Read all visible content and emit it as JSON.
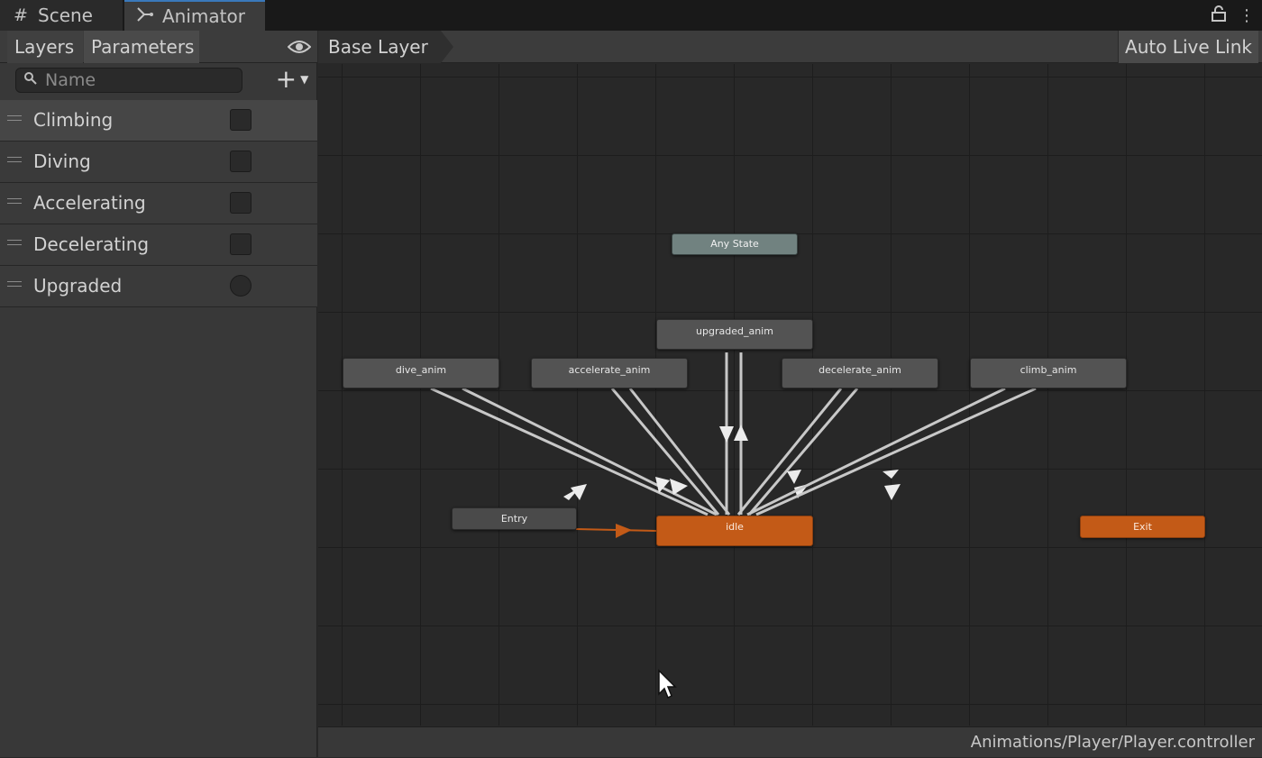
{
  "window": {
    "tabs": [
      {
        "label": "Scene",
        "icon": "grid-icon"
      },
      {
        "label": "Animator",
        "icon": "animator-icon"
      }
    ]
  },
  "left_panel": {
    "tabs": [
      "Layers",
      "Parameters"
    ],
    "search": {
      "placeholder": "Name",
      "value": ""
    },
    "parameters": [
      {
        "name": "Climbing",
        "type": "bool"
      },
      {
        "name": "Diving",
        "type": "bool"
      },
      {
        "name": "Accelerating",
        "type": "bool"
      },
      {
        "name": "Decelerating",
        "type": "bool"
      },
      {
        "name": "Upgraded",
        "type": "trigger"
      }
    ]
  },
  "graph": {
    "breadcrumb": "Base Layer",
    "auto_live_link": "Auto Live Link",
    "states": {
      "any_state": "Any State",
      "upgraded": "upgraded_anim",
      "dive": "dive_anim",
      "accelerate": "accelerate_anim",
      "decelerate": "decelerate_anim",
      "climb": "climb_anim",
      "entry": "Entry",
      "idle": "idle",
      "exit": "Exit"
    }
  },
  "status": {
    "path": "Animations/Player/Player.controller"
  },
  "colors": {
    "accent_orange": "#c35a17",
    "any_state": "#718280",
    "state_gray": "#535353"
  }
}
